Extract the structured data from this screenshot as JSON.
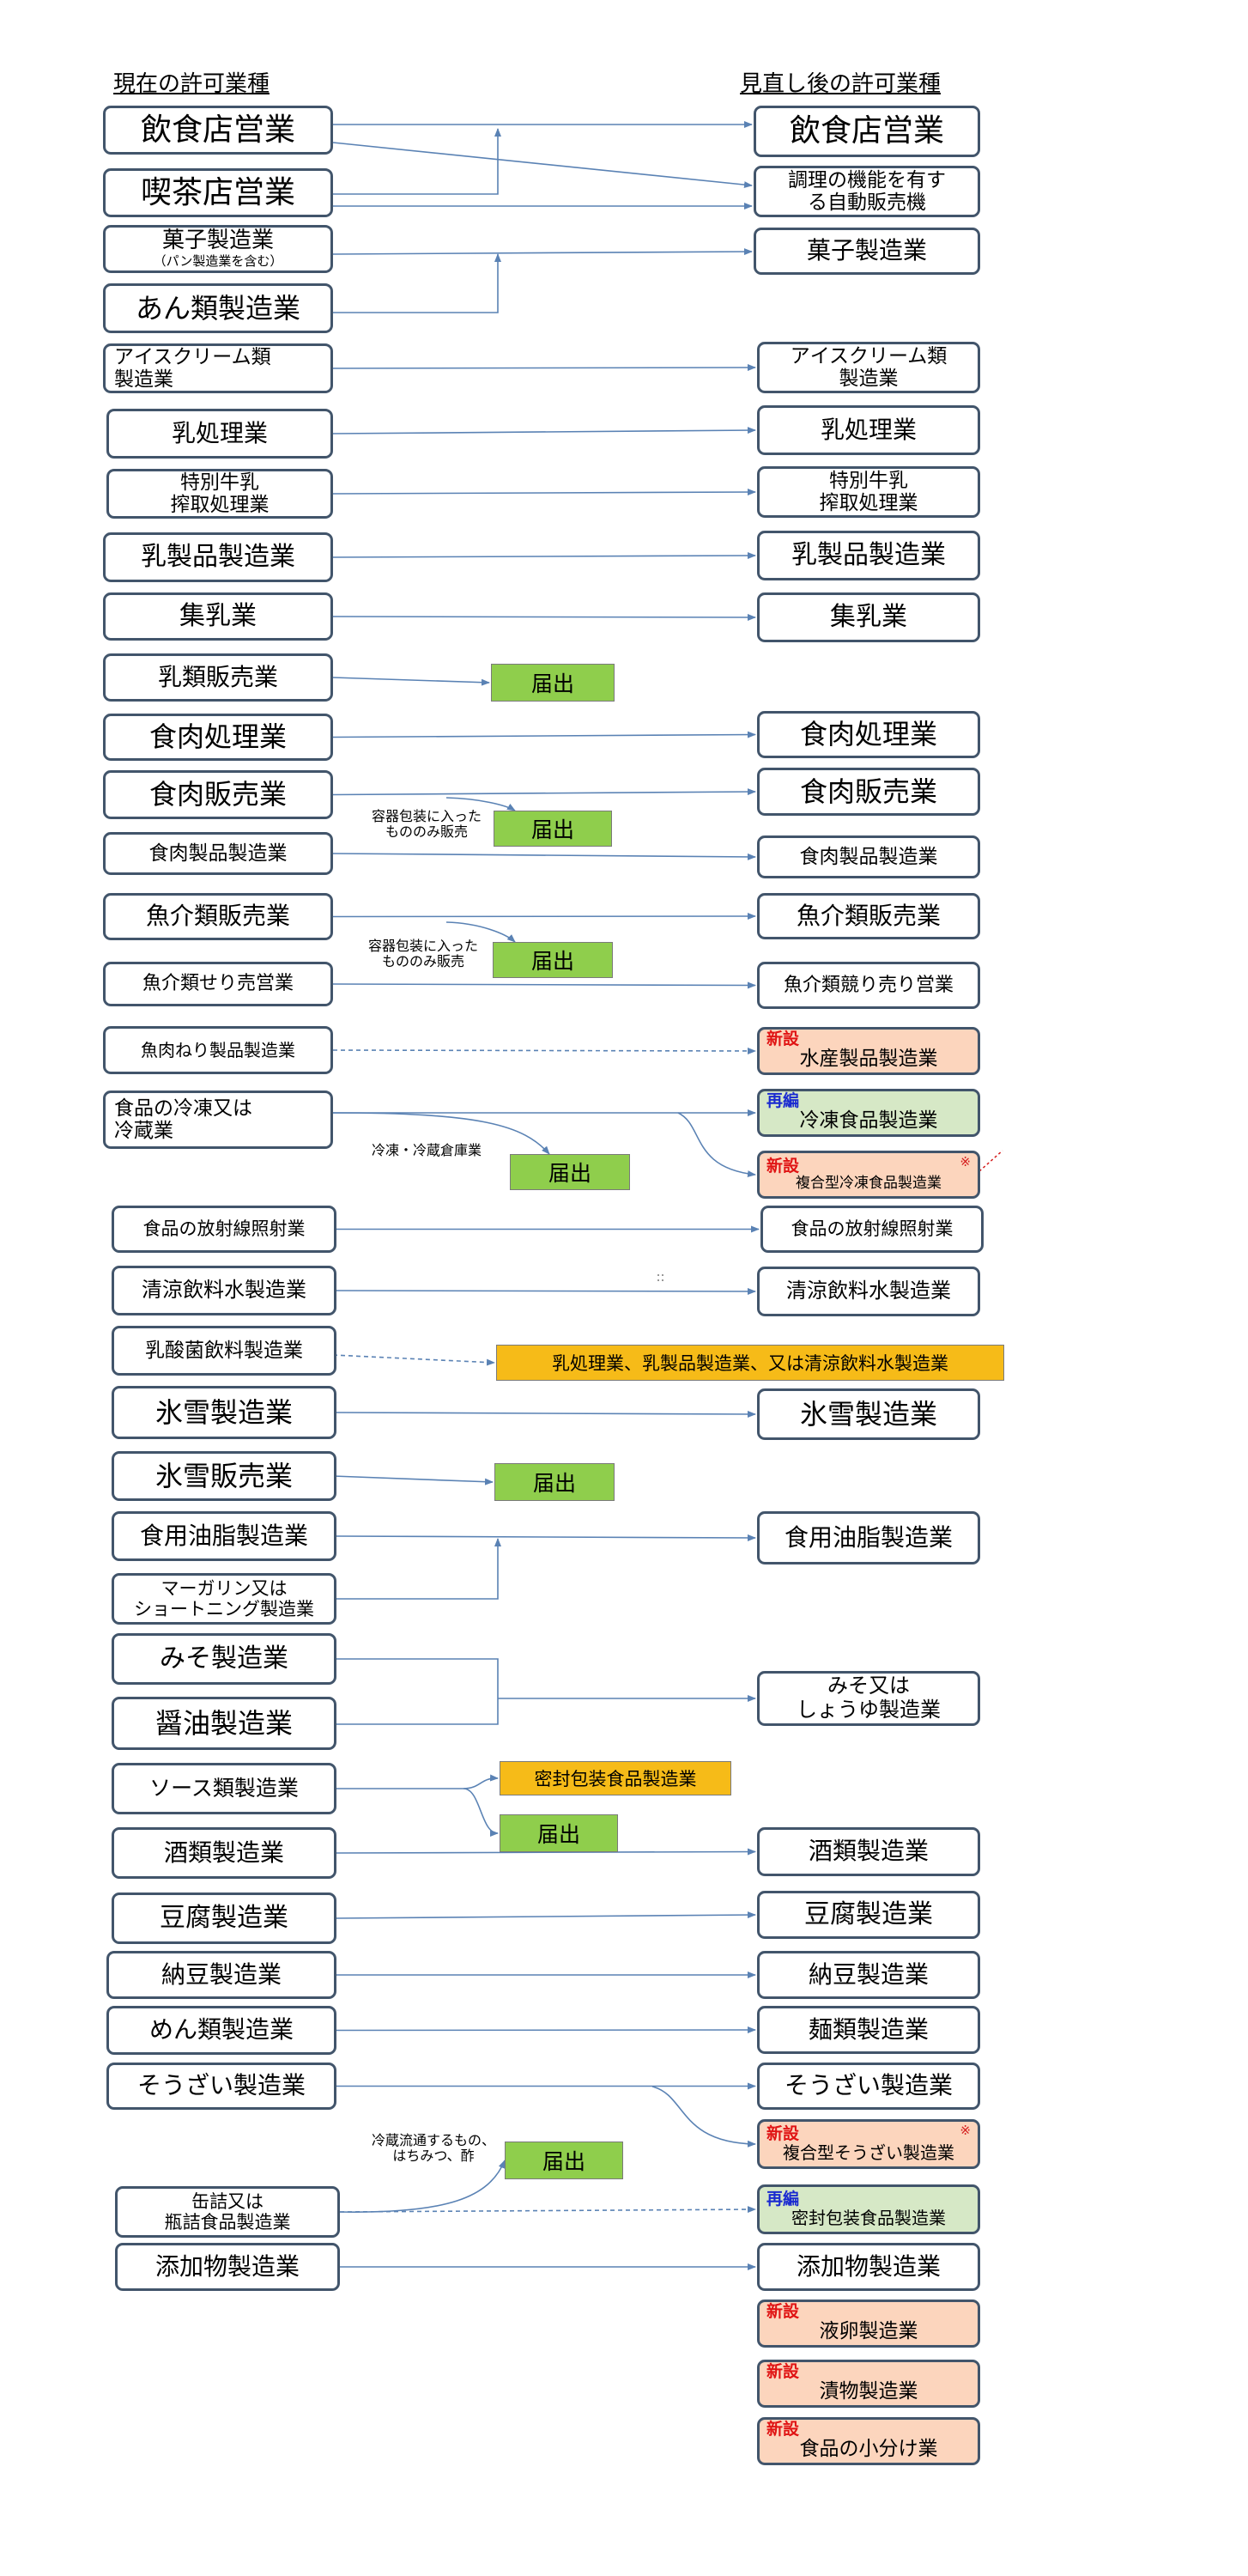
{
  "headers": {
    "current": "現在の許可業種",
    "revised": "見直し後の許可業種"
  },
  "current": [
    {
      "id": "c_inshoku",
      "label": "飲食店営業"
    },
    {
      "id": "c_kissa",
      "label": "喫茶店営業"
    },
    {
      "id": "c_kashi",
      "label": "菓子製造業",
      "sub": "（パン製造業を含む）"
    },
    {
      "id": "c_an",
      "label": "あん類製造業"
    },
    {
      "id": "c_ice",
      "label": "アイスクリーム類\n製造業"
    },
    {
      "id": "c_nyushori",
      "label": "乳処理業"
    },
    {
      "id": "c_tokubetsu",
      "label": "特別牛乳\n搾取処理業"
    },
    {
      "id": "c_nyuseihin",
      "label": "乳製品製造業"
    },
    {
      "id": "c_shunyu",
      "label": "集乳業"
    },
    {
      "id": "c_nyuhanbai",
      "label": "乳類販売業"
    },
    {
      "id": "c_shokuniku_shori",
      "label": "食肉処理業"
    },
    {
      "id": "c_shokuniku_hanbai",
      "label": "食肉販売業"
    },
    {
      "id": "c_shokuniku_seihin",
      "label": "食肉製品製造業"
    },
    {
      "id": "c_gyokai_hanbai",
      "label": "魚介類販売業"
    },
    {
      "id": "c_gyokai_seri",
      "label": "魚介類せり売営業"
    },
    {
      "id": "c_gyoniku",
      "label": "魚肉ねり製品製造業"
    },
    {
      "id": "c_reito",
      "label": "食品の冷凍又は\n冷蔵業"
    },
    {
      "id": "c_hoshasen",
      "label": "食品の放射線照射業"
    },
    {
      "id": "c_seiryo",
      "label": "清涼飲料水製造業"
    },
    {
      "id": "c_nyusankin",
      "label": "乳酸菌飲料製造業"
    },
    {
      "id": "c_hyosetsu",
      "label": "氷雪製造業"
    },
    {
      "id": "c_hyosetsu_hanbai",
      "label": "氷雪販売業"
    },
    {
      "id": "c_yushi",
      "label": "食用油脂製造業"
    },
    {
      "id": "c_margarine",
      "label": "マーガリン又は\nショートニング製造業"
    },
    {
      "id": "c_miso",
      "label": "みそ製造業"
    },
    {
      "id": "c_shoyu",
      "label": "醤油製造業"
    },
    {
      "id": "c_sauce",
      "label": "ソース類製造業"
    },
    {
      "id": "c_sake",
      "label": "酒類製造業"
    },
    {
      "id": "c_tofu",
      "label": "豆腐製造業"
    },
    {
      "id": "c_natto",
      "label": "納豆製造業"
    },
    {
      "id": "c_men",
      "label": "めん類製造業"
    },
    {
      "id": "c_sozai",
      "label": "そうざい製造業"
    },
    {
      "id": "c_kanzume",
      "label": "缶詰又は\n瓶詰食品製造業"
    },
    {
      "id": "c_tenka",
      "label": "添加物製造業"
    }
  ],
  "revised": [
    {
      "id": "r_inshoku",
      "label": "飲食店営業"
    },
    {
      "id": "r_jidohanbai",
      "label": "調理の機能を有す\nる自動販売機"
    },
    {
      "id": "r_kashi",
      "label": "菓子製造業"
    },
    {
      "id": "r_ice",
      "label": "アイスクリーム類\n製造業"
    },
    {
      "id": "r_nyushori",
      "label": "乳処理業"
    },
    {
      "id": "r_tokubetsu",
      "label": "特別牛乳\n搾取処理業"
    },
    {
      "id": "r_nyuseihin",
      "label": "乳製品製造業"
    },
    {
      "id": "r_shunyu",
      "label": "集乳業"
    },
    {
      "id": "r_shokuniku_shori",
      "label": "食肉処理業"
    },
    {
      "id": "r_shokuniku_hanbai",
      "label": "食肉販売業"
    },
    {
      "id": "r_shokuniku_seihin",
      "label": "食肉製品製造業"
    },
    {
      "id": "r_gyokai_hanbai",
      "label": "魚介類販売業"
    },
    {
      "id": "r_gyokai_seri",
      "label": "魚介類競り売り営業"
    },
    {
      "id": "r_suisan",
      "tag": "新設",
      "label": "水産製品製造業"
    },
    {
      "id": "r_reito",
      "tag": "再編",
      "label": "冷凍食品製造業"
    },
    {
      "id": "r_fukugo_reito",
      "tag": "新設",
      "label": "複合型冷凍食品製造業",
      "mark": "※"
    },
    {
      "id": "r_hoshasen",
      "label": "食品の放射線照射業"
    },
    {
      "id": "r_seiryo",
      "label": "清涼飲料水製造業"
    },
    {
      "id": "r_hyosetsu",
      "label": "氷雪製造業"
    },
    {
      "id": "r_yushi",
      "label": "食用油脂製造業"
    },
    {
      "id": "r_miso_shoyu",
      "label": "みそ又は\nしょうゆ製造業"
    },
    {
      "id": "r_sake",
      "label": "酒類製造業"
    },
    {
      "id": "r_tofu",
      "label": "豆腐製造業"
    },
    {
      "id": "r_natto",
      "label": "納豆製造業"
    },
    {
      "id": "r_men",
      "label": "麺類製造業"
    },
    {
      "id": "r_sozai",
      "label": "そうざい製造業"
    },
    {
      "id": "r_fukugo_sozai",
      "tag": "新設",
      "label": "複合型そうざい製造業",
      "mark": "※"
    },
    {
      "id": "r_mippu",
      "tag": "再編",
      "label": "密封包装食品製造業"
    },
    {
      "id": "r_tenka",
      "label": "添加物製造業"
    },
    {
      "id": "r_ekiran",
      "tag": "新設",
      "label": "液卵製造業"
    },
    {
      "id": "r_tsukemono",
      "tag": "新設",
      "label": "漬物製造業"
    },
    {
      "id": "r_kowake",
      "tag": "新設",
      "label": "食品の小分け業"
    }
  ],
  "notification": [
    {
      "id": "n_nyu",
      "label": "届出"
    },
    {
      "id": "n_niku",
      "label": "届出"
    },
    {
      "id": "n_gyokai",
      "label": "届出"
    },
    {
      "id": "n_reizo",
      "label": "届出"
    },
    {
      "id": "n_hyosetsu",
      "label": "届出"
    },
    {
      "id": "n_sauce",
      "label": "届出"
    },
    {
      "id": "n_kanzume",
      "label": "届出"
    }
  ],
  "merged_targets": [
    {
      "id": "m_nyusankin",
      "label": "乳処理業、乳製品製造業、又は清涼飲料水製造業"
    },
    {
      "id": "m_sauce",
      "label": "密封包装食品製造業"
    }
  ],
  "notes": [
    {
      "id": "t_niku",
      "label": "容器包装に入った\nもののみ販売"
    },
    {
      "id": "t_gyokai",
      "label": "容器包装に入った\nもののみ販売"
    },
    {
      "id": "t_reizo",
      "label": "冷凍・冷蔵倉庫業"
    },
    {
      "id": "t_kanzume",
      "label": "冷蔵流通するもの、\nはちみつ、酢"
    }
  ],
  "colors": {
    "box_border": "#42556b",
    "arrow": "#5a82b4",
    "notification_fill": "#8fce4c",
    "merged_fill": "#f6bb18",
    "new_fill": "#fcd5bd",
    "reorganized_fill": "#d6e8c6",
    "new_tag": "#e01414",
    "reorganized_tag": "#1a2ad0"
  }
}
